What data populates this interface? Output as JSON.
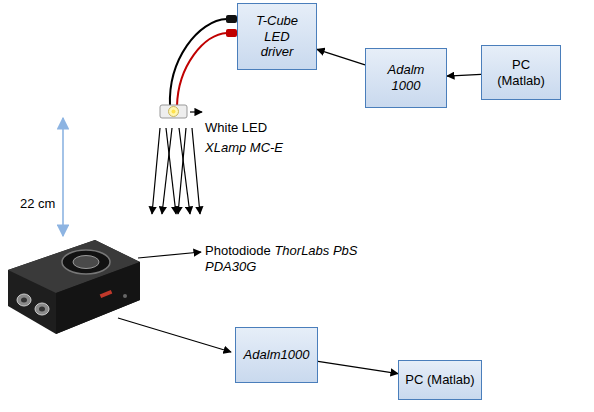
{
  "diagram": {
    "nodes": [
      {
        "text": [
          "T-Cube LED driver"
        ]
      },
      {
        "text": [
          "Adalm 1000"
        ]
      },
      {
        "text": [
          "PC (Matlab)"
        ]
      },
      {
        "text": [
          "Adalm1000"
        ]
      },
      {
        "text": [
          "PC (Matlab)"
        ]
      }
    ],
    "edges": [
      {
        "from": 2,
        "to": 1,
        "arrow": "to"
      },
      {
        "from": 1,
        "to": 0,
        "arrow": "to"
      },
      {
        "from": 3,
        "to": 4,
        "arrow": "to"
      }
    ],
    "labels": [
      "White LED",
      "XLamp MC-E",
      "22 cm",
      "Photodiode",
      "ThorLabs PbS PDA30G"
    ]
  }
}
